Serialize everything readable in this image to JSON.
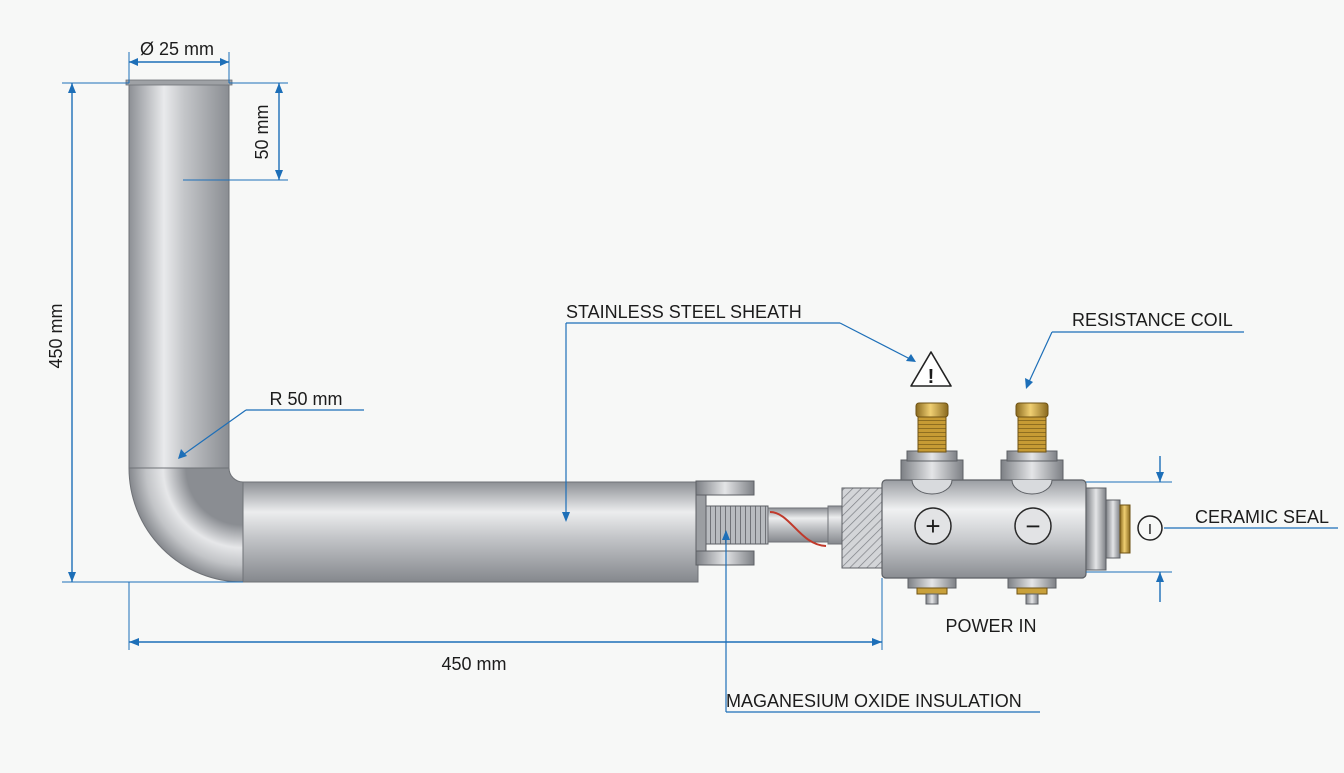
{
  "dimensions": {
    "diameter": "Ø 25 mm",
    "top_length": "50 mm",
    "height": "450 mm",
    "bend_radius": "R 50 mm",
    "length": "450 mm"
  },
  "callouts": {
    "sheath": "STAINLESS STEEL SHEATH",
    "coil": "RESISTANCE COIL",
    "seal": "CERAMIC SEAL",
    "power": "POWER IN",
    "insulation": "MAGANESIUM OXIDE INSULATION"
  },
  "symbols": {
    "warning": "!",
    "positive": "+",
    "negative": "−",
    "power_symbol": "I"
  },
  "colors": {
    "dimension_line": "#1d6fb8",
    "tube_metal": "#b9bcc0",
    "brass": "#c9a13b",
    "heating_wire": "#c0392b"
  }
}
